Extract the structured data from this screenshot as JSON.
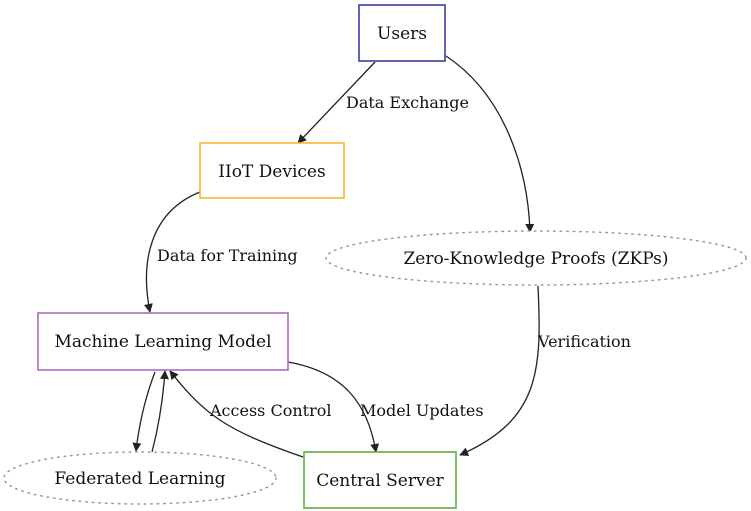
{
  "nodes": {
    "users": {
      "label": "Users",
      "color": "#3b3fa8"
    },
    "iiot": {
      "label": "IIoT Devices",
      "color": "#f3b63a"
    },
    "zkp": {
      "label": "Zero-Knowledge Proofs (ZKPs)",
      "color": "#9a9a9a"
    },
    "ml": {
      "label": "Machine Learning Model",
      "color": "#b06cc2"
    },
    "fl": {
      "label": "Federated Learning",
      "color": "#9a9a9a"
    },
    "server": {
      "label": "Central Server",
      "color": "#5bb03f"
    }
  },
  "edges": {
    "data_exchange": "Data Exchange",
    "data_training": "Data for Training",
    "verification": "Verification",
    "access_control": "Access Control",
    "model_updates": "Model Updates"
  }
}
